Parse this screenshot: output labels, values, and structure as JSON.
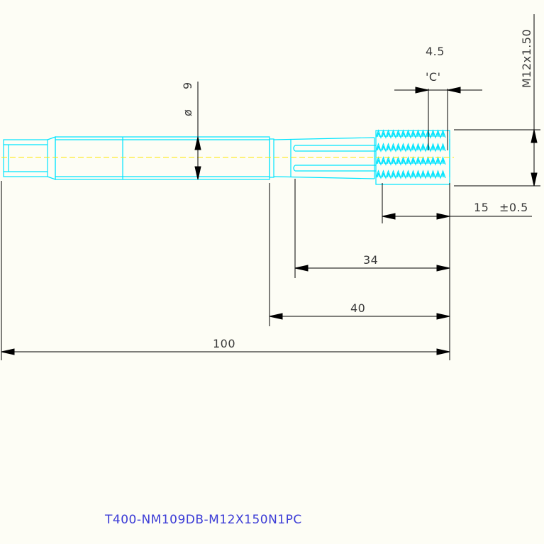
{
  "drawing": {
    "part_number": "T400-NM109DB-M12X150N1PC",
    "dimensions": {
      "thread_spec": "M12x1.50",
      "chamfer_length": "4.5",
      "chamfer_label": "'C'",
      "shank_diameter_symbol": "ø",
      "shank_diameter_value": "9",
      "thread_length": "15",
      "thread_tolerance": "±0.5",
      "flute_length": "34",
      "neck_length": "40",
      "overall_length": "100"
    }
  },
  "colors": {
    "outline": "#00e5ff",
    "dimension_line": "#000000",
    "dimension_text": "#3a3a3a",
    "centerline": "#ffe800",
    "part_label": "#3b3bd6",
    "background": "#fdfdf5"
  }
}
